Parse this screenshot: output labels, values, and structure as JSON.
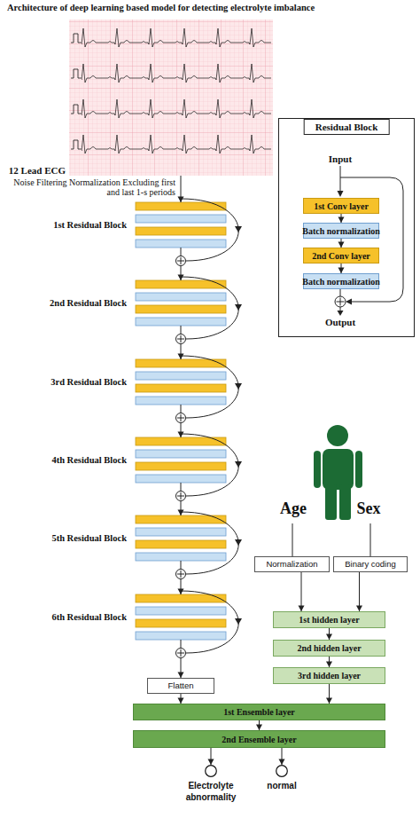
{
  "diagram": {
    "title": "Architecture of deep learning based model for detecting electrolyte imbalance",
    "nodes": [
      {
        "text": [
          "12 Lead ECG"
        ]
      },
      {
        "text": [
          "1st Residual Block"
        ]
      },
      {
        "text": [
          "2nd Residual Block"
        ]
      },
      {
        "text": [
          "3rd Residual Block"
        ]
      },
      {
        "text": [
          "4th Residual Block"
        ]
      },
      {
        "text": [
          "5th Residual Block"
        ]
      },
      {
        "text": [
          "6th Residual Block"
        ]
      },
      {
        "text": [
          "Residual Block"
        ]
      },
      {
        "text": [
          "1st Conv layer"
        ],
        "in": 7
      },
      {
        "text": [
          "Batch normalization"
        ],
        "in": 7
      },
      {
        "text": [
          "2nd Conv layer"
        ],
        "in": 7
      },
      {
        "text": [
          "Batch normalization"
        ],
        "in": 7
      },
      {
        "text": [
          "Normalization"
        ]
      },
      {
        "text": [
          "Binary coding"
        ]
      },
      {
        "text": [
          "1st hidden layer"
        ]
      },
      {
        "text": [
          "2nd hidden layer"
        ]
      },
      {
        "text": [
          "3rd hidden layer"
        ]
      },
      {
        "text": [
          "Flatten"
        ]
      },
      {
        "text": [
          "1st Ensemble layer"
        ]
      },
      {
        "text": [
          "2nd Ensemble layer"
        ]
      },
      {
        "text": [
          "Electrolyte abnormality"
        ]
      },
      {
        "text": [
          "normal"
        ]
      }
    ],
    "edges": [
      {
        "from": 0,
        "to": 1,
        "arrow": "to",
        "label": "Noise Filtering Normalization Excluding first and last 1-s periods"
      },
      {
        "from": 1,
        "to": 2,
        "arrow": "to"
      },
      {
        "from": 2,
        "to": 3,
        "arrow": "to"
      },
      {
        "from": 3,
        "to": 4,
        "arrow": "to"
      },
      {
        "from": 4,
        "to": 5,
        "arrow": "to"
      },
      {
        "from": 5,
        "to": 6,
        "arrow": "to"
      },
      {
        "from": 6,
        "to": 17,
        "arrow": "to"
      },
      {
        "from": 17,
        "to": 18,
        "arrow": "to"
      },
      {
        "from": 8,
        "to": 9,
        "arrow": "to"
      },
      {
        "from": 9,
        "to": 10,
        "arrow": "to"
      },
      {
        "from": 10,
        "to": 11,
        "arrow": "to"
      },
      {
        "from": 12,
        "to": 14,
        "arrow": "to"
      },
      {
        "from": 13,
        "to": 14,
        "arrow": "to"
      },
      {
        "from": 14,
        "to": 15,
        "arrow": "to"
      },
      {
        "from": 15,
        "to": 16,
        "arrow": "to"
      },
      {
        "from": 16,
        "to": 18,
        "arrow": "to"
      },
      {
        "from": 18,
        "to": 19,
        "arrow": "to"
      },
      {
        "from": 19,
        "to": 20,
        "arrow": "to"
      },
      {
        "from": 19,
        "to": 21,
        "arrow": "to"
      }
    ],
    "labels": [
      "Input",
      "Output",
      "Age",
      "Sex"
    ]
  }
}
